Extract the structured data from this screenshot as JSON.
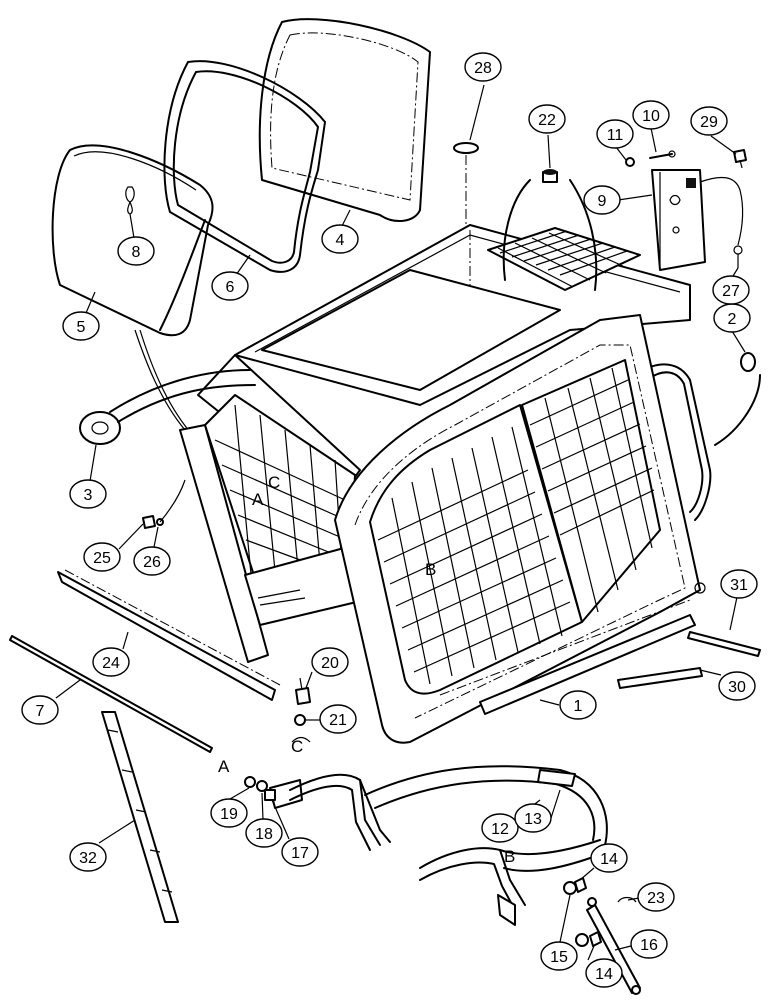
{
  "callouts": [
    {
      "id": "c1",
      "label": "1"
    },
    {
      "id": "c2",
      "label": "2"
    },
    {
      "id": "c3",
      "label": "3"
    },
    {
      "id": "c4",
      "label": "4"
    },
    {
      "id": "c5",
      "label": "5"
    },
    {
      "id": "c6",
      "label": "6"
    },
    {
      "id": "c7",
      "label": "7"
    },
    {
      "id": "c8",
      "label": "8"
    },
    {
      "id": "c9",
      "label": "9"
    },
    {
      "id": "c10",
      "label": "10"
    },
    {
      "id": "c11",
      "label": "11"
    },
    {
      "id": "c12",
      "label": "12"
    },
    {
      "id": "c13",
      "label": "13"
    },
    {
      "id": "c14a",
      "label": "14"
    },
    {
      "id": "c14b",
      "label": "14"
    },
    {
      "id": "c15",
      "label": "15"
    },
    {
      "id": "c16",
      "label": "16"
    },
    {
      "id": "c17",
      "label": "17"
    },
    {
      "id": "c18",
      "label": "18"
    },
    {
      "id": "c19",
      "label": "19"
    },
    {
      "id": "c20",
      "label": "20"
    },
    {
      "id": "c21",
      "label": "21"
    },
    {
      "id": "c22",
      "label": "22"
    },
    {
      "id": "c23",
      "label": "23"
    },
    {
      "id": "c24",
      "label": "24"
    },
    {
      "id": "c25",
      "label": "25"
    },
    {
      "id": "c26",
      "label": "26"
    },
    {
      "id": "c27",
      "label": "27"
    },
    {
      "id": "c28",
      "label": "28"
    },
    {
      "id": "c29",
      "label": "29"
    },
    {
      "id": "c30",
      "label": "30"
    },
    {
      "id": "c31",
      "label": "31"
    },
    {
      "id": "c32",
      "label": "32"
    }
  ],
  "reference_letters": {
    "a_free": "A",
    "a_cab": "A",
    "b_free": "B",
    "b_grille": "B",
    "c_free": "C",
    "c_cab": "C"
  }
}
